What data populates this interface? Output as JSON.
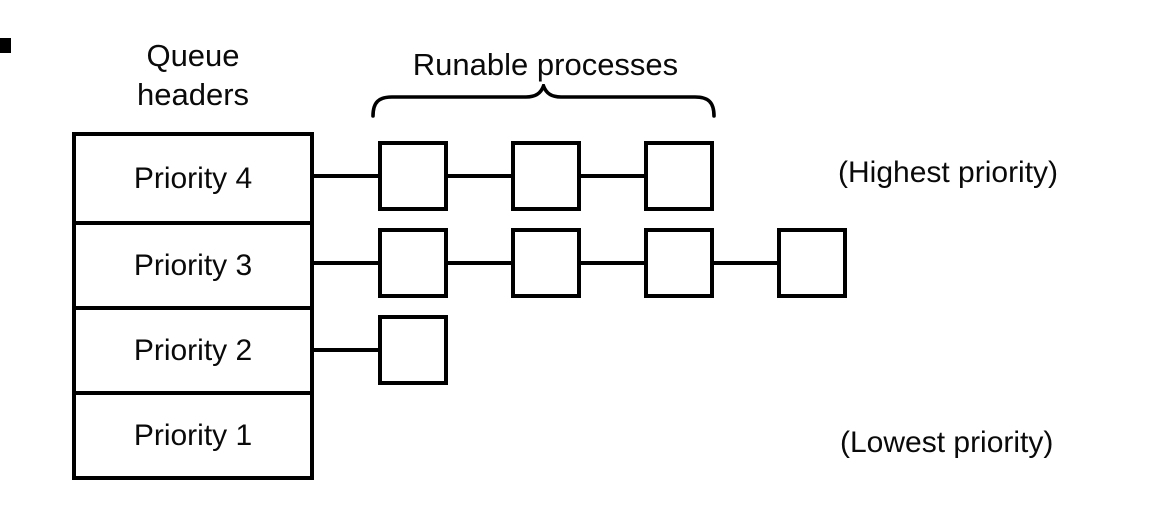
{
  "diagram": {
    "queue_headers_title_line1": "Queue",
    "queue_headers_title_line2": "headers",
    "runable_title": "Runable processes",
    "annotations": {
      "highest": "(Highest priority)",
      "lowest": "(Lowest priority)"
    },
    "queues": [
      {
        "label": "Priority 4",
        "process_count": 3
      },
      {
        "label": "Priority 3",
        "process_count": 4
      },
      {
        "label": "Priority 2",
        "process_count": 1
      },
      {
        "label": "Priority 1",
        "process_count": 0
      }
    ],
    "colors": {
      "line": "#000000",
      "background": "#ffffff",
      "text": "#0a0a0a"
    }
  }
}
